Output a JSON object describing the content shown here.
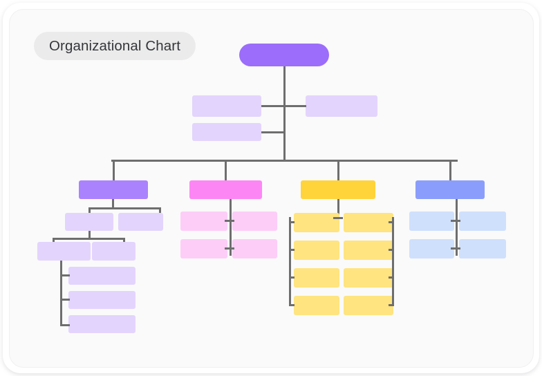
{
  "card": {
    "background": "#fafafa",
    "border_color": "#f0f0f0"
  },
  "title": {
    "label": "Organizational Chart",
    "pill_background": "#ebebeb",
    "text_color": "#35363a"
  },
  "palette": {
    "connector": "#6e6e6e",
    "root": "#9b6dfa",
    "purple_header": "#ab82fd",
    "purple_child": "#e3d4fd",
    "pink_header": "#fd86f5",
    "pink_child": "#fdcdf7",
    "yellow_header": "#ffd43b",
    "yellow_child": "#ffe47f",
    "blue_header": "#8b9dfc",
    "blue_child": "#cfe0fd"
  },
  "chart_data": {
    "type": "diagram",
    "title": "Organizational Chart",
    "diagram_kind": "organizational-chart",
    "orientation": "top-down",
    "labels_visible": false,
    "total_nodes": 31,
    "levels": 5,
    "root": {
      "id": "root",
      "shape": "pill",
      "color": "#9b6dfa",
      "children": 4,
      "staff": 3
    },
    "staff_nodes": [
      {
        "id": "staff-left-1",
        "color": "#e3d4fd",
        "side": "left"
      },
      {
        "id": "staff-right-1",
        "color": "#e3d4fd",
        "side": "right"
      },
      {
        "id": "staff-left-2",
        "color": "#e3d4fd",
        "side": "left"
      }
    ],
    "branches": [
      {
        "id": "branch-purple",
        "header_color": "#ab82fd",
        "child_color": "#e3d4fd",
        "child_count": 7,
        "layout": "nested-cascade",
        "sub_levels": 3
      },
      {
        "id": "branch-pink",
        "header_color": "#fd86f5",
        "child_color": "#fdcdf7",
        "child_count": 4,
        "layout": "grid-2x2",
        "sub_levels": 1
      },
      {
        "id": "branch-yellow",
        "header_color": "#ffd43b",
        "child_color": "#ffe47f",
        "child_count": 8,
        "layout": "grid-4x2-bracketed",
        "sub_levels": 1
      },
      {
        "id": "branch-blue",
        "header_color": "#8b9dfc",
        "child_color": "#cfe0fd",
        "child_count": 4,
        "layout": "grid-2x2",
        "sub_levels": 1
      }
    ]
  }
}
